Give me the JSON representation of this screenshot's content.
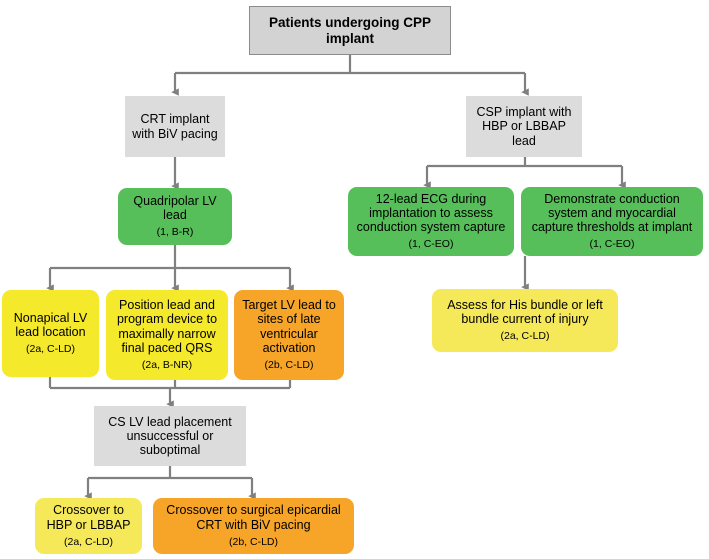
{
  "diagram": {
    "title": "Patients undergoing CPP implant",
    "type": "clinical-decision-flowchart",
    "colors": {
      "header_fill": "#d3d3d3",
      "header_border": "#8c8c8c",
      "grey_fill": "#dcdcdc",
      "green_fill": "#57bf5a",
      "yellow_fill": "#f5e92b",
      "yellow_soft_fill": "#f5e95a",
      "orange_fill": "#f7a528",
      "connector": "#808080"
    },
    "nodes": [
      {
        "id": "root",
        "kind": "header",
        "title": "Patients undergoing CPP implant",
        "coe": ""
      },
      {
        "id": "crt-implant",
        "kind": "grey",
        "title": "CRT implant with BiV pacing",
        "coe": ""
      },
      {
        "id": "csp-implant",
        "kind": "grey",
        "title": "CSP implant with HBP or LBBAP lead",
        "coe": ""
      },
      {
        "id": "quadripolar-lv-lead",
        "kind": "green",
        "title": "Quadripolar LV lead",
        "coe": "(1, B-R)"
      },
      {
        "id": "ecg-12-lead",
        "kind": "green",
        "title": "12-lead ECG during implantation to assess conduction system capture",
        "coe": "(1, C-EO)"
      },
      {
        "id": "demonstrate-conduction",
        "kind": "green",
        "title": "Demonstrate conduction system and myocardial capture thresholds at implant",
        "coe": "(1, C-EO)"
      },
      {
        "id": "nonapical-lv-lead",
        "kind": "yellow",
        "title": "Nonapical LV lead location",
        "coe": "(2a, C-LD)"
      },
      {
        "id": "position-lead-program",
        "kind": "yellow",
        "title": "Position lead and program device to maximally narrow final paced QRS",
        "coe": "(2a, B-NR)"
      },
      {
        "id": "target-lv-lead",
        "kind": "orange",
        "title": "Target LV lead to sites of late ventricular activation",
        "coe": "(2b, C-LD)"
      },
      {
        "id": "assess-his-bundle",
        "kind": "yellow-soft",
        "title": "Assess for His bundle or left bundle current of injury",
        "coe": "(2a, C-LD)"
      },
      {
        "id": "cs-lv-unsuccessful",
        "kind": "grey",
        "title": "CS LV lead placement unsuccessful or suboptimal",
        "coe": ""
      },
      {
        "id": "crossover-hbp-lbbap",
        "kind": "yellow-soft",
        "title": "Crossover to HBP or LBBAP",
        "coe": "(2a, C-LD)"
      },
      {
        "id": "crossover-surgical",
        "kind": "orange",
        "title": "Crossover to surgical epicardial CRT with BiV pacing",
        "coe": "(2b, C-LD)"
      }
    ]
  }
}
